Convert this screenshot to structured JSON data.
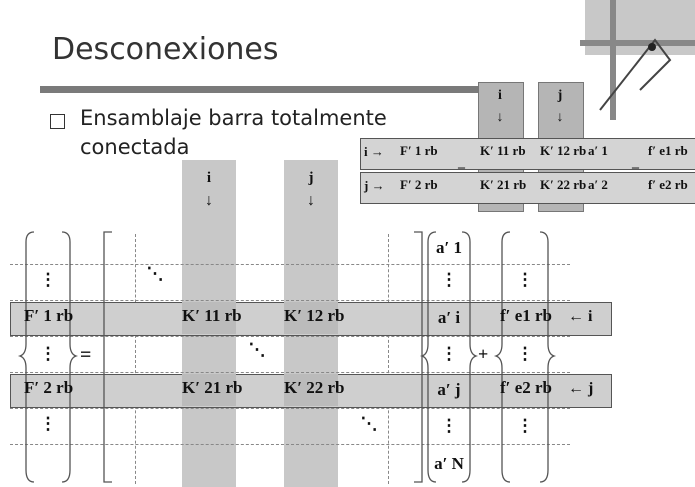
{
  "slide": {
    "title": "Desconexiones",
    "bullet": "Ensamblaje barra totalmente conectada"
  },
  "labels": {
    "i": "i",
    "j": "j",
    "down": "↓",
    "arrow_i": "i →",
    "arrow_j": "j →",
    "left_i": "← i",
    "left_j": "← j",
    "equals": "=",
    "plus": "+",
    "minus": "–",
    "vdots": "⋮",
    "ddots": "⋱"
  },
  "matrix": {
    "F1": "F′ 1 rb",
    "F2": "F′ 2 rb",
    "K11": "K′ 11 rb",
    "K12": "K′ 12 rb",
    "K21": "K′ 21 rb",
    "K22": "K′ 22 rb",
    "a1": "a′ 1",
    "ai": "a′ i",
    "aj": "a′ j",
    "aN": "a′ N",
    "fe1": "f′ e1 rb",
    "fe2": "f′ e2 rb",
    "a1_small": "a′ 1",
    "a2_small": "a′ 2"
  },
  "colors": {
    "band": "#cfcfcf",
    "column": "#c8c8c8",
    "rule": "#7a7a7a"
  }
}
